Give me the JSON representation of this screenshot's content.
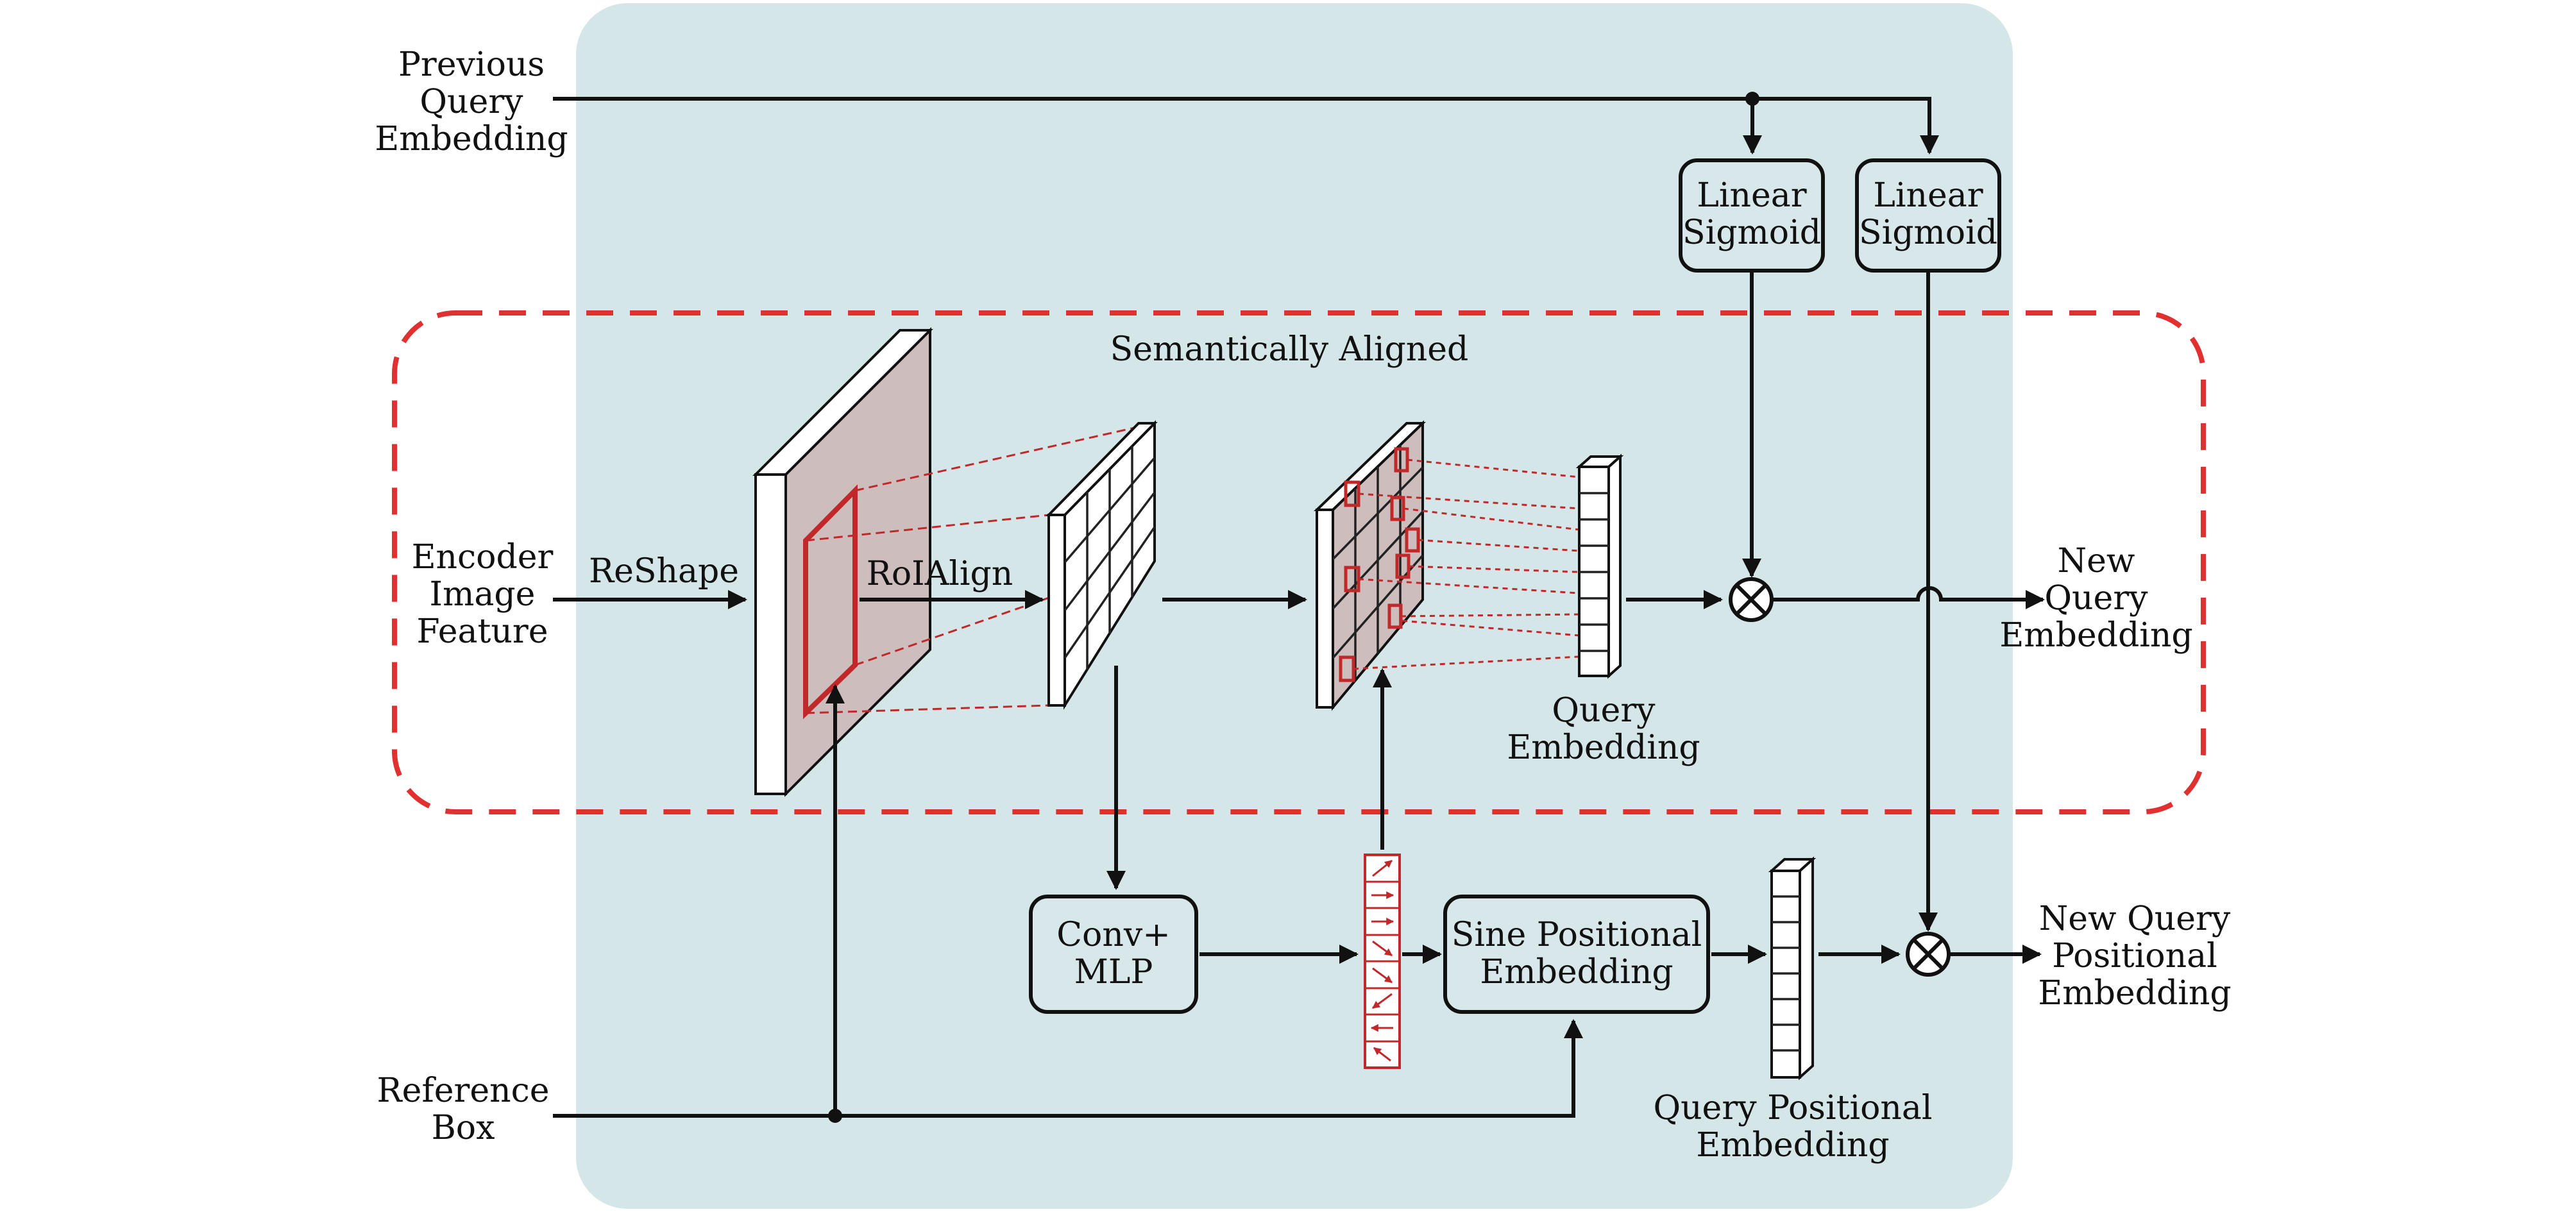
{
  "labels": {
    "previous_query_embedding": [
      "Previous",
      "Query",
      "Embedding"
    ],
    "linear_sigmoid_1": [
      "Linear",
      "Sigmoid"
    ],
    "linear_sigmoid_2": [
      "Linear",
      "Sigmoid"
    ],
    "semantically_aligned": "Semantically Aligned",
    "encoder_image_feature": [
      "Encoder",
      "Image",
      "Feature"
    ],
    "reshape": "ReShape",
    "roialign": "RoIAlign",
    "query_embedding": [
      "Query",
      "Embedding"
    ],
    "new_query_embedding": [
      "New",
      "Query",
      "Embedding"
    ],
    "conv_mlp": [
      "Conv+",
      "MLP"
    ],
    "sine_positional_embedding": [
      "Sine Positional",
      "Embedding"
    ],
    "new_query_positional_embedding": [
      "New Query",
      "Positional",
      "Embedding"
    ],
    "reference_box": [
      "Reference",
      "Box"
    ],
    "query_positional_embedding": [
      "Query Positional",
      "Embedding"
    ]
  },
  "colors": {
    "background_panel": "#d5e6e8",
    "dashed_region": "#e03030",
    "feature_map": "#cdbdbd",
    "roi_red": "#c0282a",
    "line": "#111111"
  }
}
